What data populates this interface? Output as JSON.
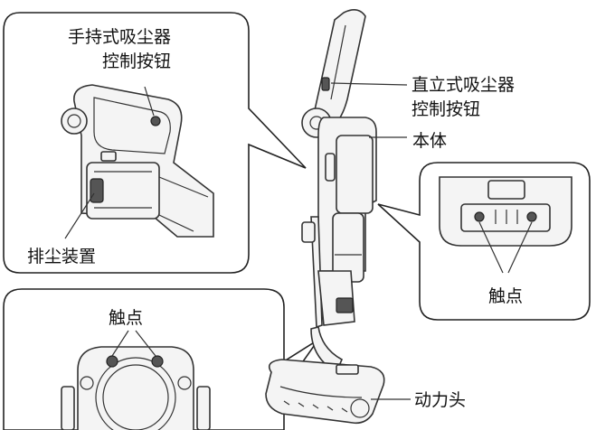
{
  "labels": {
    "handheld_control_line1": "手持式吸尘器",
    "handheld_control_line2": "控制按钮",
    "upright_control_line1": "直立式吸尘器",
    "upright_control_line2": "控制按钮",
    "main_body": "本体",
    "dust_discharge": "排尘装置",
    "contacts_right": "触点",
    "contacts_bottom": "触点",
    "power_head": "动力头"
  }
}
